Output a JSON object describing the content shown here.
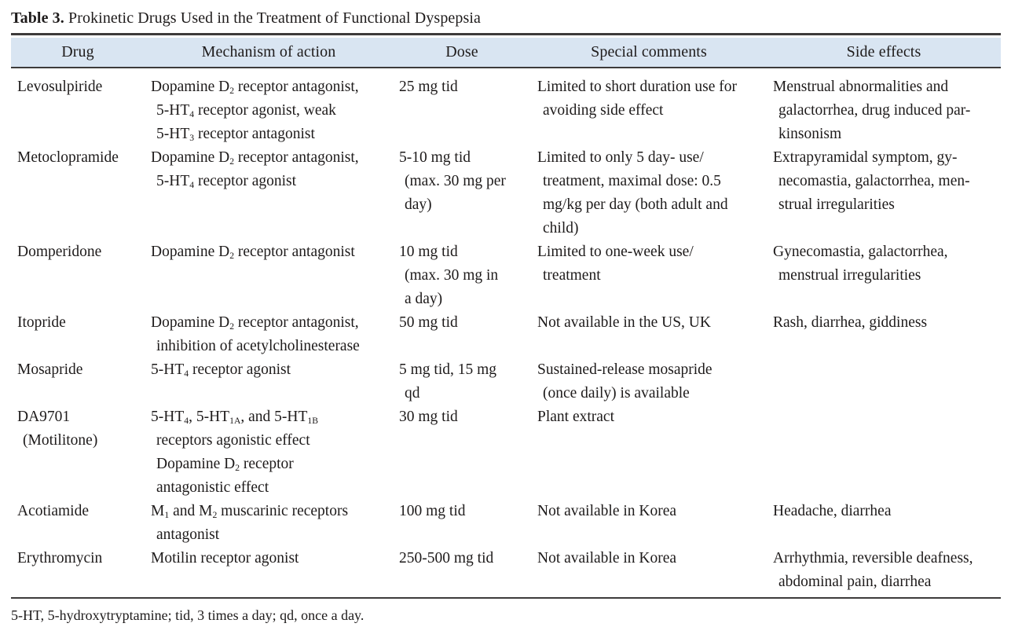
{
  "title": {
    "label": "Table 3.",
    "caption": "Prokinetic Drugs Used in the Treatment of Functional Dyspepsia"
  },
  "footnote": "5-HT, 5-hydroxytryptamine; tid, 3 times a day; qd, once a day.",
  "colors": {
    "header_bg": "#d9e5f2",
    "text": "#1e1b1b",
    "rule": "#3d3b3b"
  },
  "table": {
    "column_keys": [
      "drug",
      "mechanism",
      "dose",
      "special_comments",
      "side_effects"
    ],
    "columns": [
      "Drug",
      "Mechanism of action",
      "Dose",
      "Special comments",
      "Side effects"
    ],
    "rows": [
      {
        "drug": [
          "Levosulpiride"
        ],
        "mechanism": [
          "Dopamine D~2~ receptor antagonist,",
          "5-HT~4~ receptor agonist, weak",
          "5-HT~3~ receptor antagonist"
        ],
        "dose": [
          "25 mg tid"
        ],
        "special_comments": [
          "Limited to short duration use for",
          "avoiding side effect"
        ],
        "side_effects": [
          "Menstrual abnormalities and",
          "galactorrhea, drug induced par-",
          "kinsonism"
        ]
      },
      {
        "drug": [
          "Metoclopramide"
        ],
        "mechanism": [
          "Dopamine D~2~ receptor antagonist,",
          "5-HT~4~ receptor agonist"
        ],
        "dose": [
          "5-10 mg tid",
          "(max. 30 mg per",
          "day)"
        ],
        "special_comments": [
          "Limited to only 5 day- use/",
          "treatment, maximal dose: 0.5",
          "mg/kg per day (both adult and",
          "child)"
        ],
        "side_effects": [
          "Extrapyramidal symptom, gy-",
          "necomastia, galactorrhea, men-",
          "strual irregularities"
        ]
      },
      {
        "drug": [
          "Domperidone"
        ],
        "mechanism": [
          "Dopamine D~2~ receptor antagonist"
        ],
        "dose": [
          "10 mg tid",
          "(max. 30 mg in",
          "a day)"
        ],
        "special_comments": [
          "Limited to one-week use/",
          "treatment"
        ],
        "side_effects": [
          "Gynecomastia, galactorrhea,",
          "menstrual irregularities"
        ]
      },
      {
        "drug": [
          "Itopride"
        ],
        "mechanism": [
          "Dopamine D~2~ receptor antagonist,",
          "inhibition of acetylcholinesterase"
        ],
        "dose": [
          "50 mg tid"
        ],
        "special_comments": [
          "Not available in the US, UK"
        ],
        "side_effects": [
          "Rash, diarrhea, giddiness"
        ]
      },
      {
        "drug": [
          "Mosapride"
        ],
        "mechanism": [
          "5-HT~4~ receptor agonist"
        ],
        "dose": [
          "5 mg tid, 15 mg",
          "qd"
        ],
        "special_comments": [
          "Sustained-release mosapride",
          "(once daily) is available"
        ],
        "side_effects": []
      },
      {
        "drug": [
          "DA9701",
          "(Motilitone)"
        ],
        "mechanism": [
          "5-HT~4~, 5-HT~1A~, and 5-HT~1B~",
          "receptors agonistic effect",
          "Dopamine D~2~ receptor",
          "antagonistic effect"
        ],
        "dose": [
          "30 mg tid"
        ],
        "special_comments": [
          "Plant extract"
        ],
        "side_effects": []
      },
      {
        "drug": [
          "Acotiamide"
        ],
        "mechanism": [
          "M~1~ and M~2~ muscarinic receptors",
          "antagonist"
        ],
        "dose": [
          "100 mg tid"
        ],
        "special_comments": [
          "Not available in Korea"
        ],
        "side_effects": [
          "Headache, diarrhea"
        ]
      },
      {
        "drug": [
          "Erythromycin"
        ],
        "mechanism": [
          "Motilin receptor agonist"
        ],
        "dose": [
          "250-500 mg tid"
        ],
        "special_comments": [
          "Not available in Korea"
        ],
        "side_effects": [
          "Arrhythmia, reversible deafness,",
          "abdominal pain, diarrhea"
        ]
      }
    ]
  }
}
